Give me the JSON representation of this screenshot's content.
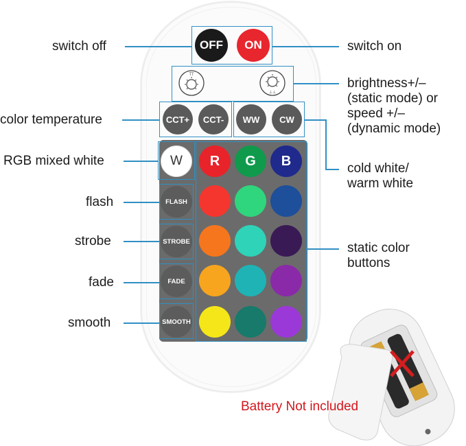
{
  "remote": {
    "buttons": {
      "off": "OFF",
      "on": "ON",
      "cct_plus": "CCT+",
      "cct_minus": "CCT-",
      "ww": "WW",
      "cw": "CW",
      "white": "W",
      "r": "R",
      "g": "G",
      "b": "B",
      "flash": "FLASH",
      "strobe": "STROBE",
      "fade": "FADE",
      "smooth": "SMOOTH"
    },
    "color_rows": [
      [
        "#e8232a",
        "#0f9a4c",
        "#1f2a8c"
      ],
      [
        "#f5362e",
        "#2fd67d",
        "#1d4f9a"
      ],
      [
        "#f6761e",
        "#2ed3b8",
        "#3a1a55"
      ],
      [
        "#f7a51e",
        "#1fb3b6",
        "#8a2aa8"
      ],
      [
        "#f5e619",
        "#177a6a",
        "#9b38d8"
      ]
    ]
  },
  "labels": {
    "switch_off": "switch off",
    "switch_on": "switch on",
    "brightness": "brightness+/–\n(static mode) or\nspeed +/–\n(dynamic mode)",
    "color_temperature": "color temperature",
    "rgb_mixed_white": "RGB mixed white",
    "cold_warm_white": "cold white/\nwarm white",
    "flash": "flash",
    "strobe": "strobe",
    "fade": "fade",
    "smooth": "smooth",
    "static_color": "static color\nbuttons"
  },
  "note": "Battery Not included",
  "accent": "#2f8fc4"
}
